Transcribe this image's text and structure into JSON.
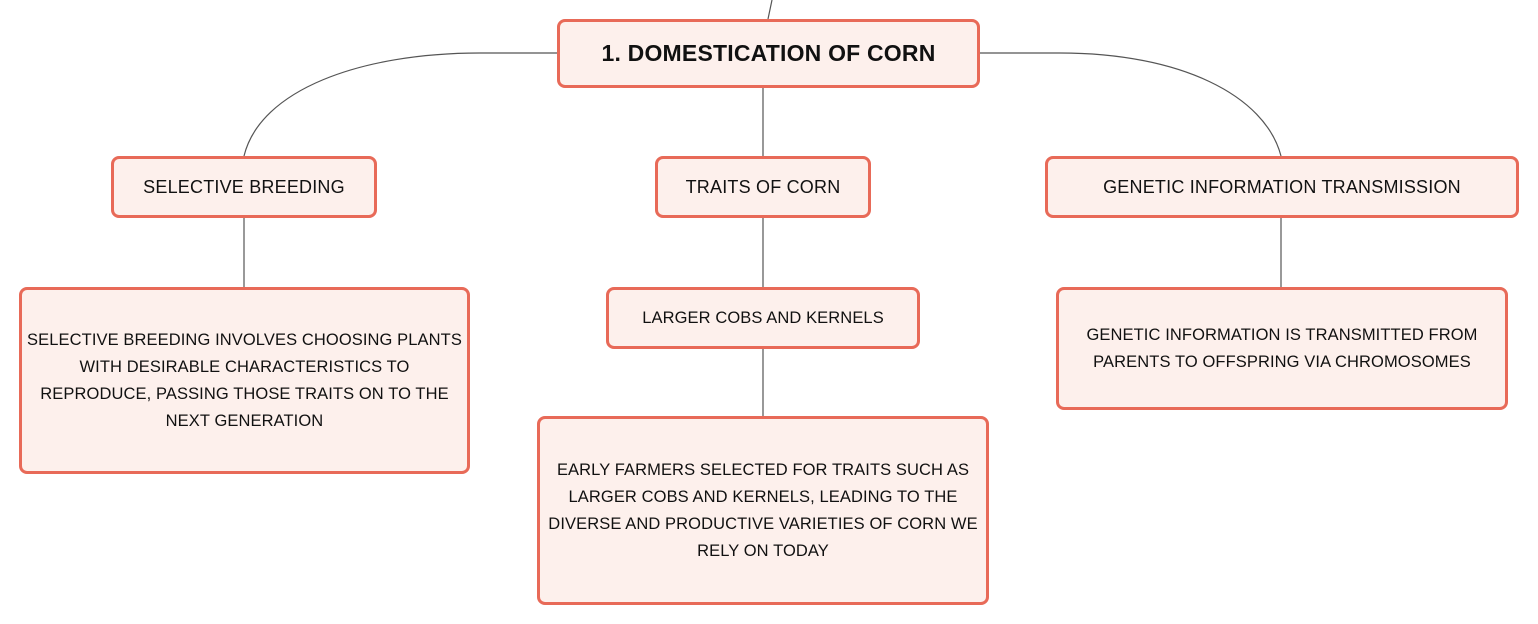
{
  "diagram": {
    "root": {
      "label": "1. DOMESTICATION OF CORN"
    },
    "branches": [
      {
        "label": "SELECTIVE BREEDING",
        "children": [
          {
            "label": "SELECTIVE BREEDING INVOLVES CHOOSING PLANTS WITH DESIRABLE CHARACTERISTICS TO REPRODUCE, PASSING THOSE TRAITS ON TO THE NEXT GENERATION"
          }
        ]
      },
      {
        "label": "TRAITS OF CORN",
        "children": [
          {
            "label": "LARGER COBS AND KERNELS",
            "children": [
              {
                "label": "EARLY FARMERS SELECTED FOR TRAITS SUCH AS LARGER COBS AND KERNELS, LEADING TO THE DIVERSE AND PRODUCTIVE VARIETIES OF CORN WE RELY ON TODAY"
              }
            ]
          }
        ]
      },
      {
        "label": "GENETIC INFORMATION TRANSMISSION",
        "children": [
          {
            "label": "GENETIC INFORMATION IS TRANSMITTED FROM PARENTS TO OFFSPRING VIA CHROMOSOMES"
          }
        ]
      }
    ],
    "colors": {
      "node_border": "#e86a58",
      "node_fill": "#fdf0ec",
      "connector": "#555555"
    }
  }
}
